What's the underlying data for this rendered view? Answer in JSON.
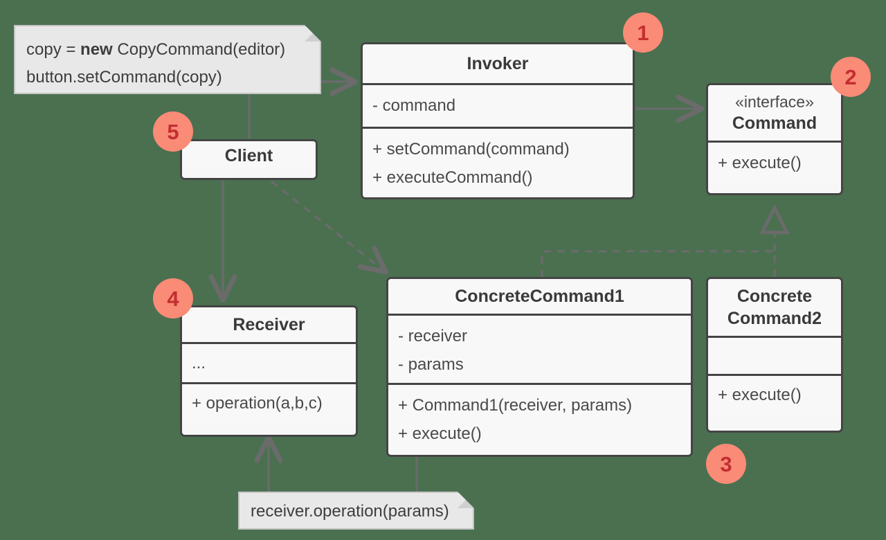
{
  "diagram": {
    "title": "Command design pattern UML class diagram",
    "background_color": "#4a7050",
    "box_fill": "#f8f8f8",
    "box_border": "#444444",
    "note_fill": "#e8e8e8",
    "note_border": "#c3c3c3",
    "badge_fill": "#f98b77",
    "badge_text_color": "#c32f30",
    "edge_color": "#6b6b6b"
  },
  "notes": [
    {
      "id": "note-client-code",
      "lines": [
        {
          "pre": "copy = ",
          "bold": "new",
          "post": " CopyCommand(editor)"
        },
        {
          "pre": "button.setCommand(copy)",
          "bold": "",
          "post": ""
        }
      ],
      "plain": "copy = new CopyCommand(editor) button.setCommand(copy)"
    },
    {
      "id": "note-receiver-call",
      "lines": [
        {
          "pre": "receiver.operation(params)",
          "bold": "",
          "post": ""
        }
      ],
      "plain": "receiver.operation(params)"
    }
  ],
  "classes": [
    {
      "id": "invoker",
      "name": "Invoker",
      "stereotype": "",
      "attributes": [
        "- command"
      ],
      "operations": [
        "+ setCommand(command)",
        "+ executeCommand()"
      ]
    },
    {
      "id": "command",
      "name": "Command",
      "stereotype": "«interface»",
      "attributes": [],
      "operations": [
        "+ execute()"
      ]
    },
    {
      "id": "client",
      "name": "Client",
      "stereotype": "",
      "attributes": [],
      "operations": []
    },
    {
      "id": "receiver",
      "name": "Receiver",
      "stereotype": "",
      "attributes": [
        "..."
      ],
      "operations": [
        "+ operation(a,b,c)"
      ]
    },
    {
      "id": "concrete-command-1",
      "name": "ConcreteCommand1",
      "stereotype": "",
      "attributes": [
        "- receiver",
        "- params"
      ],
      "operations": [
        "+ Command1(receiver, params)",
        "+ execute()"
      ]
    },
    {
      "id": "concrete-command-2",
      "name_line_1": "Concrete",
      "name_line_2": "Command2",
      "name": "ConcreteCommand2",
      "stereotype": "",
      "attributes": [],
      "operations": [
        "+ execute()"
      ]
    }
  ],
  "badges": [
    {
      "label": "1",
      "target": "invoker"
    },
    {
      "label": "2",
      "target": "command"
    },
    {
      "label": "3",
      "target": "concrete-command-2"
    },
    {
      "label": "4",
      "target": "receiver"
    },
    {
      "label": "5",
      "target": "client"
    }
  ],
  "relations": [
    {
      "id": "note-to-invoker",
      "from": "note-client-code",
      "to": "invoker",
      "style": "solid",
      "arrow": "open"
    },
    {
      "id": "invoker-to-command",
      "from": "invoker",
      "to": "command",
      "style": "solid",
      "arrow": "open",
      "kind": "association"
    },
    {
      "id": "client-to-note",
      "from": "client",
      "to": "note-client-code",
      "style": "solid",
      "arrow": "none"
    },
    {
      "id": "client-to-receiver",
      "from": "client",
      "to": "receiver",
      "style": "solid",
      "arrow": "open",
      "kind": "dependency"
    },
    {
      "id": "client-to-concrete-command-1",
      "from": "client",
      "to": "concrete-command-1",
      "style": "dashed",
      "arrow": "open",
      "kind": "dependency"
    },
    {
      "id": "concrete-command-1-to-command",
      "from": "concrete-command-1",
      "to": "command",
      "style": "dashed",
      "arrow": "hollow-triangle",
      "kind": "realization"
    },
    {
      "id": "concrete-command-2-to-command",
      "from": "concrete-command-2",
      "to": "command",
      "style": "dashed",
      "arrow": "hollow-triangle",
      "kind": "realization"
    },
    {
      "id": "note-to-receiver",
      "from": "note-receiver-call",
      "to": "receiver",
      "style": "solid",
      "arrow": "open"
    },
    {
      "id": "note-to-concrete-command-1",
      "from": "note-receiver-call",
      "to": "concrete-command-1",
      "style": "solid",
      "arrow": "none"
    }
  ]
}
